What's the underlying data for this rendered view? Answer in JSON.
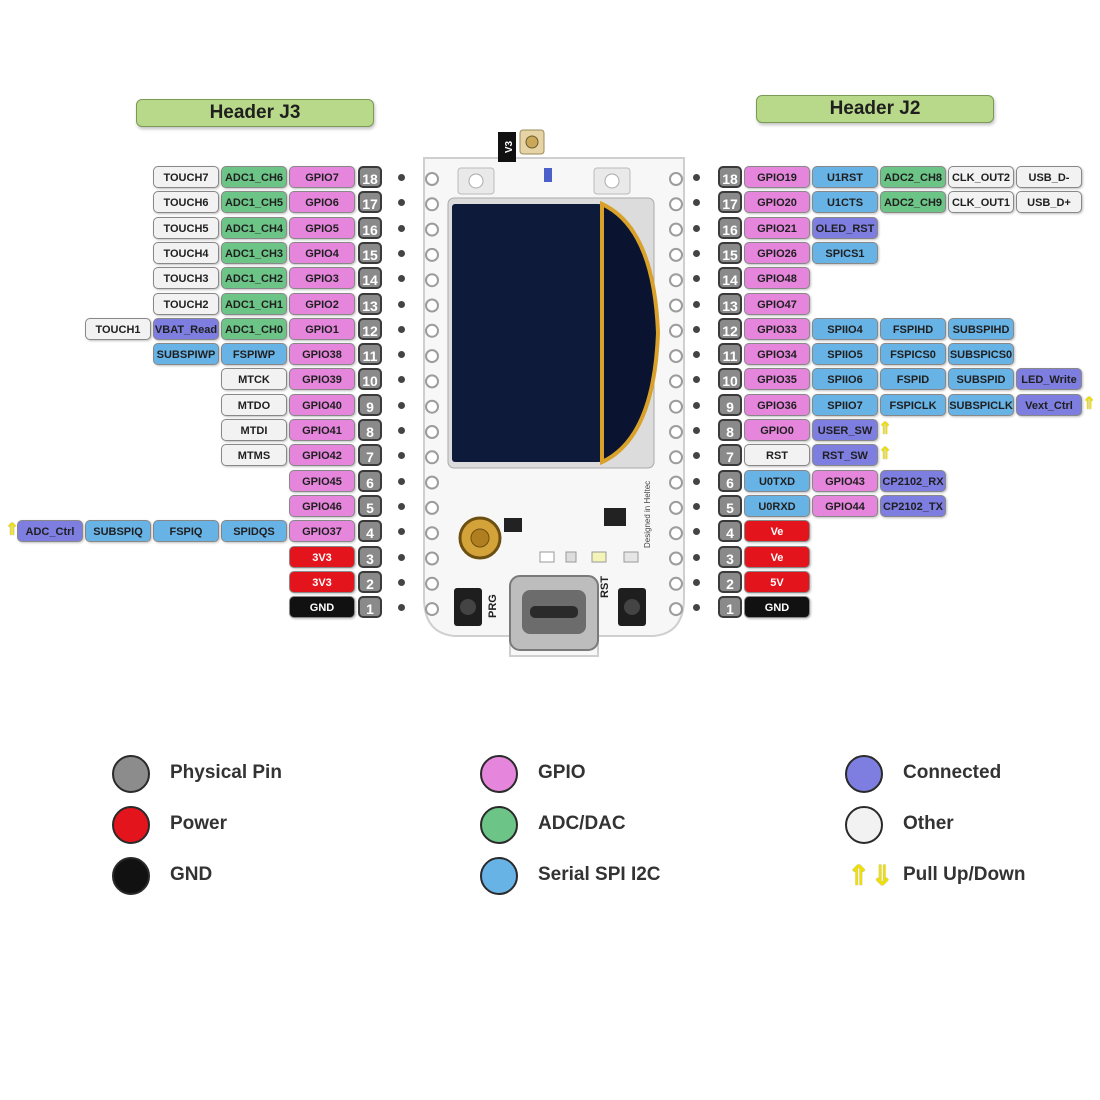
{
  "headers": {
    "left": "Header J3",
    "right": "Header J2"
  },
  "board": {
    "version_tag": "V3",
    "button_left": "PRG",
    "button_right": "RST",
    "silk_text": "Designed in Heltec"
  },
  "colors": {
    "physical": "#8c8c8c",
    "power": "#e3141b",
    "gnd": "#111111",
    "gpio": "#e586dc",
    "adc": "#6dc487",
    "serial": "#68b3e6",
    "connected": "#7d7ee0",
    "other": "#f2f2f2",
    "pullarrow": "#f0e000"
  },
  "left_pins": [
    {
      "pin": "18",
      "labels": [
        {
          "t": "GPIO7",
          "c": "gpio"
        },
        {
          "t": "ADC1_CH6",
          "c": "adc"
        },
        {
          "t": "TOUCH7",
          "c": "other"
        }
      ]
    },
    {
      "pin": "17",
      "labels": [
        {
          "t": "GPIO6",
          "c": "gpio"
        },
        {
          "t": "ADC1_CH5",
          "c": "adc"
        },
        {
          "t": "TOUCH6",
          "c": "other"
        }
      ]
    },
    {
      "pin": "16",
      "labels": [
        {
          "t": "GPIO5",
          "c": "gpio"
        },
        {
          "t": "ADC1_CH4",
          "c": "adc"
        },
        {
          "t": "TOUCH5",
          "c": "other"
        }
      ]
    },
    {
      "pin": "15",
      "labels": [
        {
          "t": "GPIO4",
          "c": "gpio"
        },
        {
          "t": "ADC1_CH3",
          "c": "adc"
        },
        {
          "t": "TOUCH4",
          "c": "other"
        }
      ]
    },
    {
      "pin": "14",
      "labels": [
        {
          "t": "GPIO3",
          "c": "gpio"
        },
        {
          "t": "ADC1_CH2",
          "c": "adc"
        },
        {
          "t": "TOUCH3",
          "c": "other"
        }
      ]
    },
    {
      "pin": "13",
      "labels": [
        {
          "t": "GPIO2",
          "c": "gpio"
        },
        {
          "t": "ADC1_CH1",
          "c": "adc"
        },
        {
          "t": "TOUCH2",
          "c": "other"
        }
      ]
    },
    {
      "pin": "12",
      "labels": [
        {
          "t": "GPIO1",
          "c": "gpio"
        },
        {
          "t": "ADC1_CH0",
          "c": "adc"
        },
        {
          "t": "VBAT_Read",
          "c": "connected"
        },
        {
          "t": "TOUCH1",
          "c": "other"
        }
      ]
    },
    {
      "pin": "11",
      "labels": [
        {
          "t": "GPIO38",
          "c": "gpio"
        },
        {
          "t": "FSPIWP",
          "c": "serial"
        },
        {
          "t": "SUBSPIWP",
          "c": "serial"
        }
      ]
    },
    {
      "pin": "10",
      "labels": [
        {
          "t": "GPIO39",
          "c": "gpio"
        },
        {
          "t": "MTCK",
          "c": "other"
        }
      ]
    },
    {
      "pin": "9",
      "labels": [
        {
          "t": "GPIO40",
          "c": "gpio"
        },
        {
          "t": "MTDO",
          "c": "other"
        }
      ]
    },
    {
      "pin": "8",
      "labels": [
        {
          "t": "GPIO41",
          "c": "gpio"
        },
        {
          "t": "MTDI",
          "c": "other"
        }
      ]
    },
    {
      "pin": "7",
      "labels": [
        {
          "t": "GPIO42",
          "c": "gpio"
        },
        {
          "t": "MTMS",
          "c": "other"
        }
      ]
    },
    {
      "pin": "6",
      "labels": [
        {
          "t": "GPIO45",
          "c": "gpio"
        }
      ]
    },
    {
      "pin": "5",
      "labels": [
        {
          "t": "GPIO46",
          "c": "gpio"
        }
      ]
    },
    {
      "pin": "4",
      "pull": true,
      "labels": [
        {
          "t": "GPIO37",
          "c": "gpio"
        },
        {
          "t": "SPIDQS",
          "c": "serial"
        },
        {
          "t": "FSPIQ",
          "c": "serial"
        },
        {
          "t": "SUBSPIQ",
          "c": "serial"
        },
        {
          "t": "ADC_Ctrl",
          "c": "connected"
        }
      ]
    },
    {
      "pin": "3",
      "labels": [
        {
          "t": "3V3",
          "c": "power"
        }
      ]
    },
    {
      "pin": "2",
      "labels": [
        {
          "t": "3V3",
          "c": "power"
        }
      ]
    },
    {
      "pin": "1",
      "labels": [
        {
          "t": "GND",
          "c": "gnd"
        }
      ]
    }
  ],
  "right_pins": [
    {
      "pin": "18",
      "labels": [
        {
          "t": "GPIO19",
          "c": "gpio"
        },
        {
          "t": "U1RST",
          "c": "serial"
        },
        {
          "t": "ADC2_CH8",
          "c": "adc"
        },
        {
          "t": "CLK_OUT2",
          "c": "other"
        },
        {
          "t": "USB_D-",
          "c": "other"
        }
      ]
    },
    {
      "pin": "17",
      "labels": [
        {
          "t": "GPIO20",
          "c": "gpio"
        },
        {
          "t": "U1CTS",
          "c": "serial"
        },
        {
          "t": "ADC2_CH9",
          "c": "adc"
        },
        {
          "t": "CLK_OUT1",
          "c": "other"
        },
        {
          "t": "USB_D+",
          "c": "other"
        }
      ]
    },
    {
      "pin": "16",
      "labels": [
        {
          "t": "GPIO21",
          "c": "gpio"
        },
        {
          "t": "OLED_RST",
          "c": "connected"
        }
      ]
    },
    {
      "pin": "15",
      "labels": [
        {
          "t": "GPIO26",
          "c": "gpio"
        },
        {
          "t": "SPICS1",
          "c": "serial"
        }
      ]
    },
    {
      "pin": "14",
      "labels": [
        {
          "t": "GPIO48",
          "c": "gpio"
        }
      ]
    },
    {
      "pin": "13",
      "labels": [
        {
          "t": "GPIO47",
          "c": "gpio"
        }
      ]
    },
    {
      "pin": "12",
      "labels": [
        {
          "t": "GPIO33",
          "c": "gpio"
        },
        {
          "t": "SPIIO4",
          "c": "serial"
        },
        {
          "t": "FSPIHD",
          "c": "serial"
        },
        {
          "t": "SUBSPIHD",
          "c": "serial"
        }
      ]
    },
    {
      "pin": "11",
      "labels": [
        {
          "t": "GPIO34",
          "c": "gpio"
        },
        {
          "t": "SPIIO5",
          "c": "serial"
        },
        {
          "t": "FSPICS0",
          "c": "serial"
        },
        {
          "t": "SUBSPICS0",
          "c": "serial"
        }
      ]
    },
    {
      "pin": "10",
      "labels": [
        {
          "t": "GPIO35",
          "c": "gpio"
        },
        {
          "t": "SPIIO6",
          "c": "serial"
        },
        {
          "t": "FSPID",
          "c": "serial"
        },
        {
          "t": "SUBSPID",
          "c": "serial"
        },
        {
          "t": "LED_Write",
          "c": "connected"
        }
      ]
    },
    {
      "pin": "9",
      "pull": true,
      "labels": [
        {
          "t": "GPIO36",
          "c": "gpio"
        },
        {
          "t": "SPIIO7",
          "c": "serial"
        },
        {
          "t": "FSPICLK",
          "c": "serial"
        },
        {
          "t": "SUBSPICLK",
          "c": "serial"
        },
        {
          "t": "Vext_Ctrl",
          "c": "connected"
        }
      ]
    },
    {
      "pin": "8",
      "pull": true,
      "labels": [
        {
          "t": "GPIO0",
          "c": "gpio"
        },
        {
          "t": "USER_SW",
          "c": "connected"
        }
      ]
    },
    {
      "pin": "7",
      "pull": true,
      "labels": [
        {
          "t": "RST",
          "c": "other"
        },
        {
          "t": "RST_SW",
          "c": "connected"
        }
      ]
    },
    {
      "pin": "6",
      "labels": [
        {
          "t": "U0TXD",
          "c": "serial"
        },
        {
          "t": "GPIO43",
          "c": "gpio"
        },
        {
          "t": "CP2102_RX",
          "c": "connected"
        }
      ]
    },
    {
      "pin": "5",
      "labels": [
        {
          "t": "U0RXD",
          "c": "serial"
        },
        {
          "t": "GPIO44",
          "c": "gpio"
        },
        {
          "t": "CP2102_TX",
          "c": "connected"
        }
      ]
    },
    {
      "pin": "4",
      "labels": [
        {
          "t": "Ve",
          "c": "power"
        }
      ]
    },
    {
      "pin": "3",
      "labels": [
        {
          "t": "Ve",
          "c": "power"
        }
      ]
    },
    {
      "pin": "2",
      "labels": [
        {
          "t": "5V",
          "c": "power"
        }
      ]
    },
    {
      "pin": "1",
      "labels": [
        {
          "t": "GND",
          "c": "gnd"
        }
      ]
    }
  ],
  "legend": [
    {
      "label": "Physical Pin",
      "c": "physical"
    },
    {
      "label": "GPIO",
      "c": "gpio"
    },
    {
      "label": "Connected",
      "c": "connected"
    },
    {
      "label": "Power",
      "c": "power"
    },
    {
      "label": "ADC/DAC",
      "c": "adc"
    },
    {
      "label": "Other",
      "c": "other"
    },
    {
      "label": "GND",
      "c": "gnd"
    },
    {
      "label": "Serial SPI I2C",
      "c": "serial"
    },
    {
      "label": "Pull Up/Down",
      "c": "pullarrow",
      "icon": "pull-up-down-arrows-icon"
    }
  ]
}
